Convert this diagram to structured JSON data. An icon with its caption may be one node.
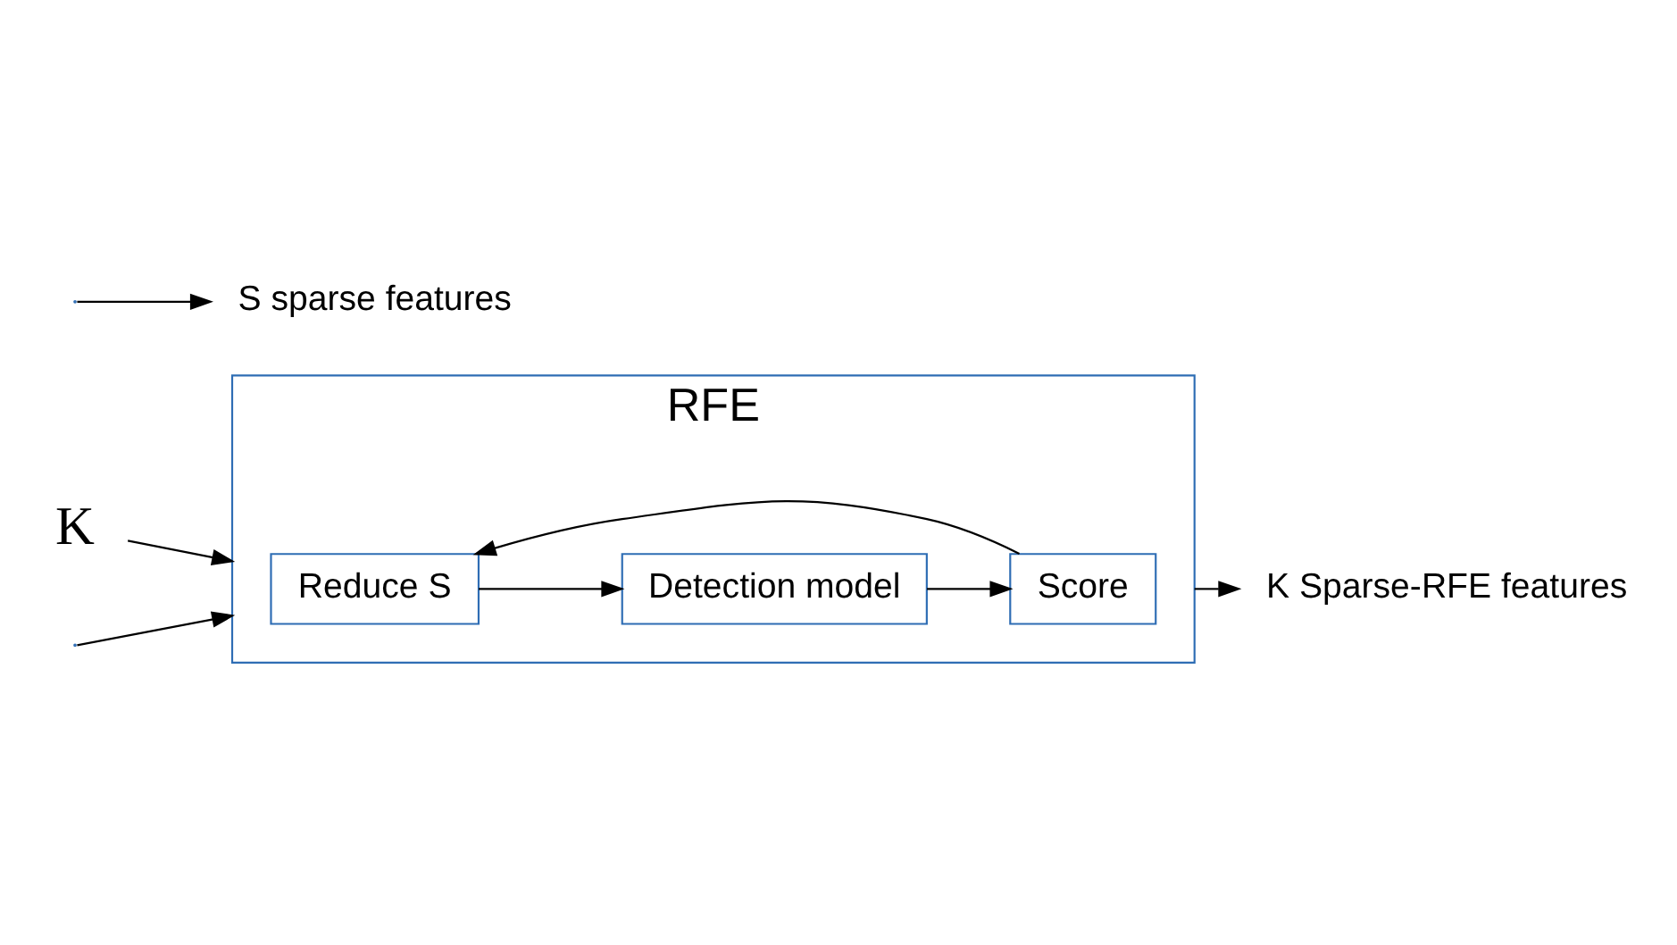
{
  "diagram": {
    "nodes": [
      {
        "text": [
          "RFE"
        ]
      },
      {
        "text": [
          "Reduce S"
        ],
        "in": 0
      },
      {
        "text": [
          "Detection model"
        ],
        "in": 0
      },
      {
        "text": [
          "Score"
        ],
        "in": 0
      },
      {
        "text": [
          "S sparse features"
        ]
      },
      {
        "text": [
          "K Sparse-RFE features"
        ]
      },
      {
        "text": [
          "K"
        ]
      }
    ],
    "edges": [
      {
        "from": null,
        "to": 0,
        "arrow": "to"
      },
      {
        "from": null,
        "to": 4,
        "arrow": "to"
      },
      {
        "from": 1,
        "to": 2,
        "arrow": "to"
      },
      {
        "from": 2,
        "to": 3,
        "arrow": "to"
      },
      {
        "from": 3,
        "to": 1,
        "arrow": "to"
      },
      {
        "from": 0,
        "to": 5,
        "arrow": "to"
      },
      {
        "from": 6,
        "to": 0,
        "arrow": "to"
      }
    ]
  }
}
